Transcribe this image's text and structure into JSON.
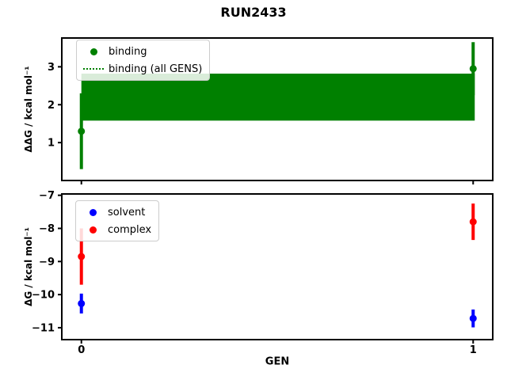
{
  "figure": {
    "title": "RUN2433",
    "background": "#ffffff",
    "xlabel": "GEN"
  },
  "colors": {
    "binding": "#008000",
    "solvent": "#0000ff",
    "complex": "#ff0000",
    "axis": "#000000",
    "legend_edge": "#cccccc"
  },
  "chart_data": [
    {
      "type": "scatter",
      "subplot": "top",
      "ylabel": "ΔΔG / kcal mol⁻¹",
      "xlabel": "",
      "ylim": [
        0,
        3.76
      ],
      "yticks": [
        1,
        2,
        3
      ],
      "yticklabels": [
        "1",
        "2",
        "3"
      ],
      "xlim": [
        -0.05,
        1.05
      ],
      "xticks": [
        0,
        1
      ],
      "xticklabels": [
        "",
        ""
      ],
      "grid": false,
      "legend_position": "upper-left",
      "series": [
        {
          "name": "binding",
          "color": "#008000",
          "marker": "circle",
          "x": [
            0,
            1
          ],
          "y": [
            1.3,
            2.95
          ],
          "yerr": [
            1.0,
            0.7
          ]
        }
      ],
      "band": {
        "name": "binding (all GENS)",
        "color": "#008000",
        "linestyle": "dotted",
        "x": [
          0,
          1
        ],
        "center": 2.2,
        "lo": 1.58,
        "hi": 2.82
      },
      "legend": [
        {
          "label": "binding",
          "glyph": "dot",
          "color": "#008000"
        },
        {
          "label": "binding (all GENS)",
          "glyph": "dotted-line",
          "color": "#008000"
        }
      ]
    },
    {
      "type": "scatter",
      "subplot": "bottom",
      "ylabel": "ΔG / kcal mol⁻¹",
      "xlabel": "GEN",
      "ylim": [
        -11.36,
        -6.96
      ],
      "yticks": [
        -7,
        -8,
        -9,
        -10,
        -11
      ],
      "yticklabels": [
        "−7",
        "−8",
        "−9",
        "−10",
        "−11"
      ],
      "xlim": [
        -0.05,
        1.05
      ],
      "xticks": [
        0,
        1
      ],
      "xticklabels": [
        "0",
        "1"
      ],
      "grid": false,
      "legend_position": "upper-left",
      "series": [
        {
          "name": "solvent",
          "color": "#0000ff",
          "marker": "circle",
          "x": [
            0,
            1
          ],
          "y": [
            -10.27,
            -10.72
          ],
          "yerr": [
            0.3,
            0.27
          ]
        },
        {
          "name": "complex",
          "color": "#ff0000",
          "marker": "circle",
          "x": [
            0,
            1
          ],
          "y": [
            -8.85,
            -7.8
          ],
          "yerr": [
            0.85,
            0.55
          ]
        }
      ],
      "legend": [
        {
          "label": "solvent",
          "glyph": "dot",
          "color": "#0000ff"
        },
        {
          "label": "complex",
          "glyph": "dot",
          "color": "#ff0000"
        }
      ]
    }
  ]
}
